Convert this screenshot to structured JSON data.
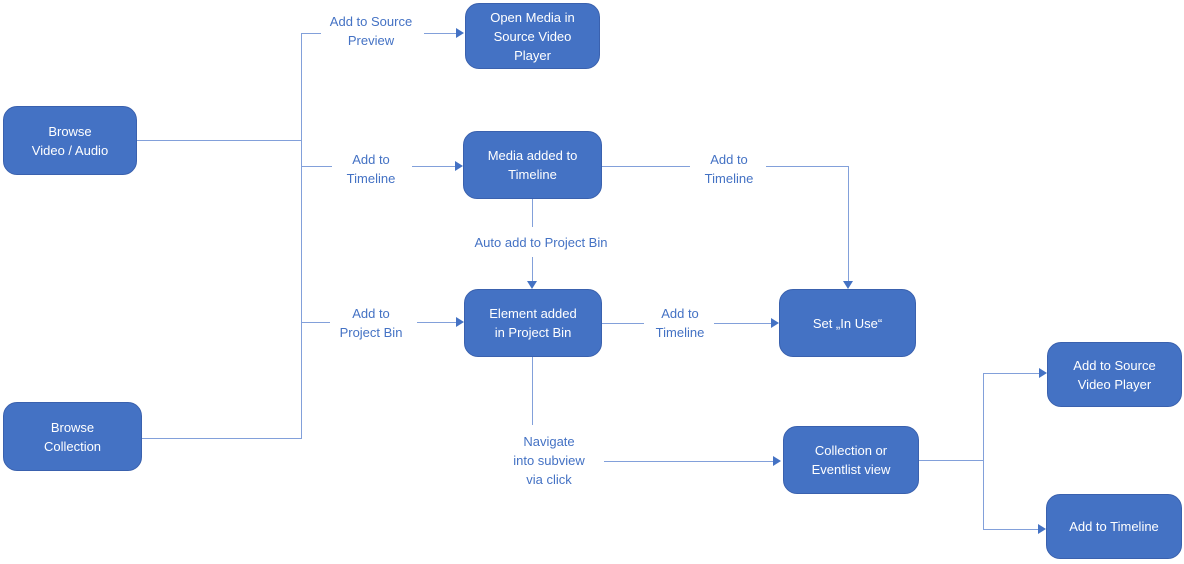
{
  "diagram": {
    "colors": {
      "node_fill": "#4472C4",
      "node_border": "#3A61AE",
      "node_text": "#FFFFFF",
      "connector_line": "#82A0DA",
      "arrowhead": "#4472C4",
      "edge_label_text": "#4472C4",
      "background": "#FFFFFF"
    },
    "nodes": {
      "browse_video_audio": {
        "lines": [
          "Browse",
          "Video / Audio"
        ]
      },
      "browse_collection": {
        "lines": [
          "Browse",
          "Collection"
        ]
      },
      "open_media_in_source_video_player": {
        "lines": [
          "Open Media in",
          "Source Video",
          "Player"
        ]
      },
      "media_added_to_timeline": {
        "lines": [
          "Media added to",
          "Timeline"
        ]
      },
      "element_added_in_project_bin": {
        "lines": [
          "Element added",
          "in Project Bin"
        ]
      },
      "set_in_use": {
        "lines": [
          "Set „In Use“"
        ]
      },
      "collection_or_eventlist_view": {
        "lines": [
          "Collection or",
          "Eventlist view"
        ]
      },
      "add_to_source_video_player": {
        "lines": [
          "Add to Source",
          "Video Player"
        ]
      },
      "add_to_timeline": {
        "lines": [
          "Add to Timeline"
        ]
      }
    },
    "edge_labels": {
      "add_to_source_preview": {
        "lines": [
          "Add to Source",
          "Preview"
        ]
      },
      "add_to_timeline_from_browse": {
        "lines": [
          "Add to",
          "Timeline"
        ]
      },
      "auto_add_to_project_bin": {
        "lines": [
          "Auto add to Project Bin"
        ]
      },
      "add_to_project_bin": {
        "lines": [
          "Add to",
          "Project Bin"
        ]
      },
      "add_to_timeline_media_to_set_in_use": {
        "lines": [
          "Add to",
          "Timeline"
        ]
      },
      "add_to_timeline_element_to_set_in_use": {
        "lines": [
          "Add to",
          "Timeline"
        ]
      },
      "navigate_into_subview_via_click": {
        "lines": [
          "Navigate",
          "into subview",
          "via click"
        ]
      }
    }
  }
}
